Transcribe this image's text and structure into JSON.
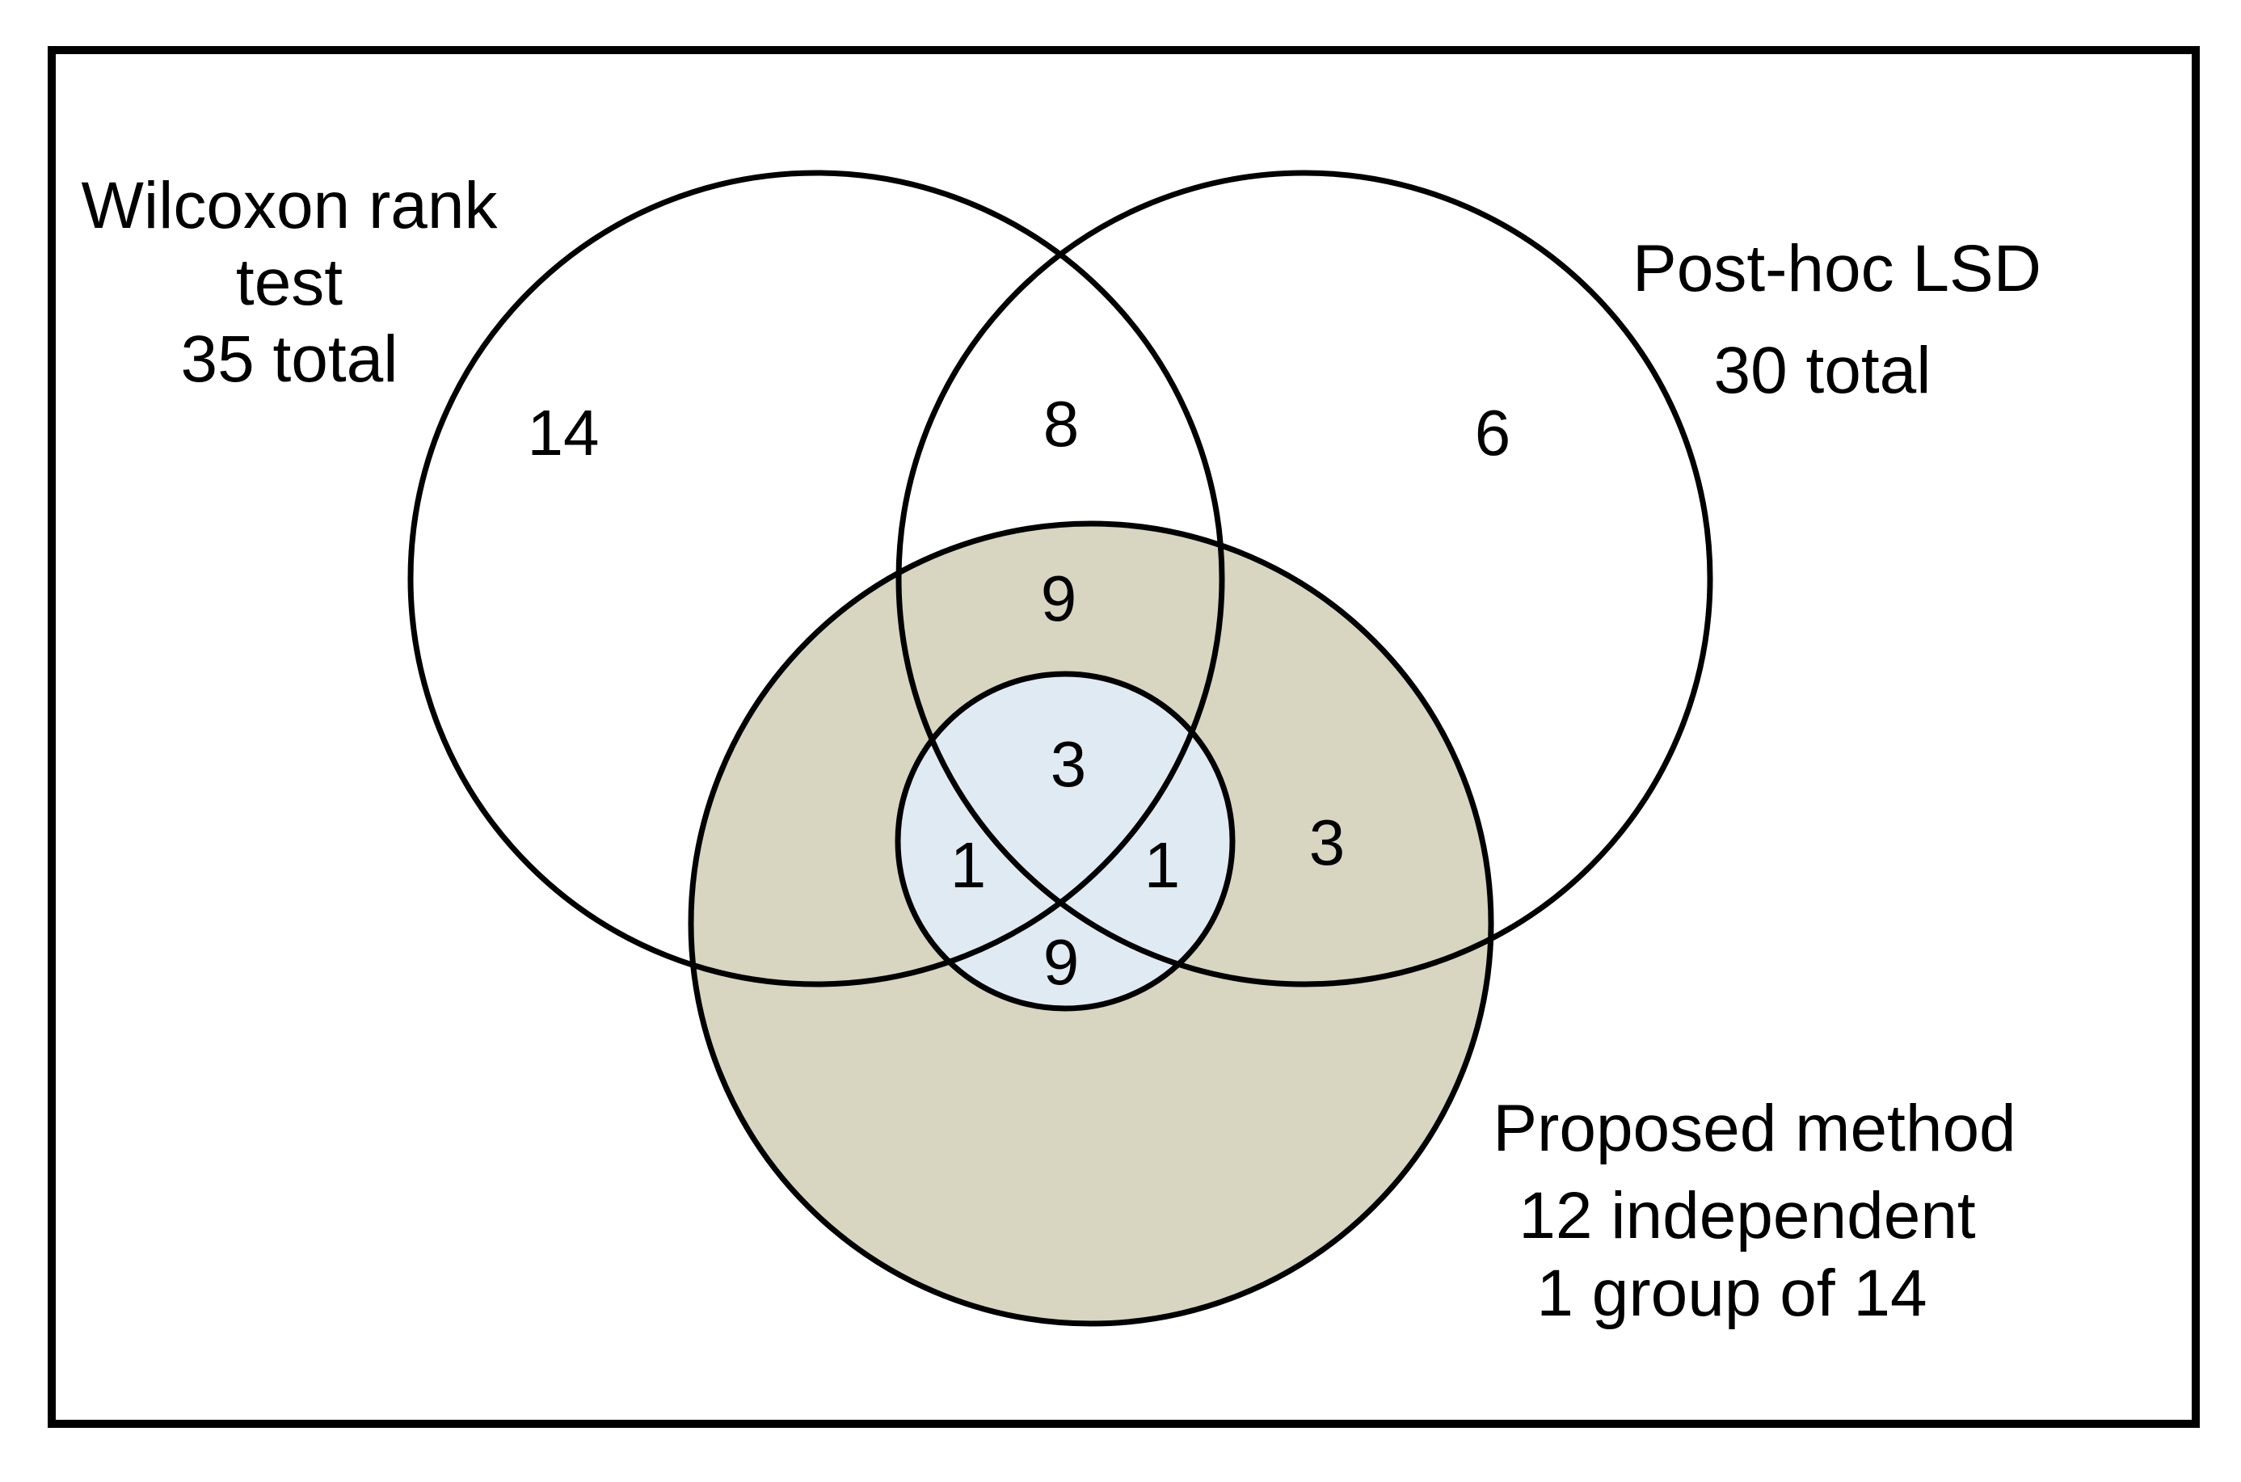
{
  "venn": {
    "colors": {
      "background": "#ffffff",
      "line": "#000000",
      "proposed_fill": "#d8d5c0",
      "inner_group_fill": "#dfeaf2",
      "wilcoxon_fill": "#ffffff",
      "posthoc_fill": "#ffffff"
    },
    "labels": {
      "wilcoxon": {
        "lines": [
          "Wilcoxon rank",
          "test",
          "35 total"
        ]
      },
      "posthoc": {
        "lines": [
          "Post-hoc LSD",
          "30 total"
        ]
      },
      "proposed": {
        "lines": [
          "Proposed method",
          "12 independent",
          "1 group of 14"
        ]
      }
    },
    "regions": {
      "wilcoxon_only": "14",
      "wilcoxon_posthoc": "8",
      "posthoc_only": "6",
      "wilcoxon_posthoc_proposed_outer": "9",
      "all_three_inner_top": "3",
      "inner_left": "1",
      "inner_right": "1",
      "inner_bottom": "9",
      "posthoc_proposed": "3"
    }
  }
}
